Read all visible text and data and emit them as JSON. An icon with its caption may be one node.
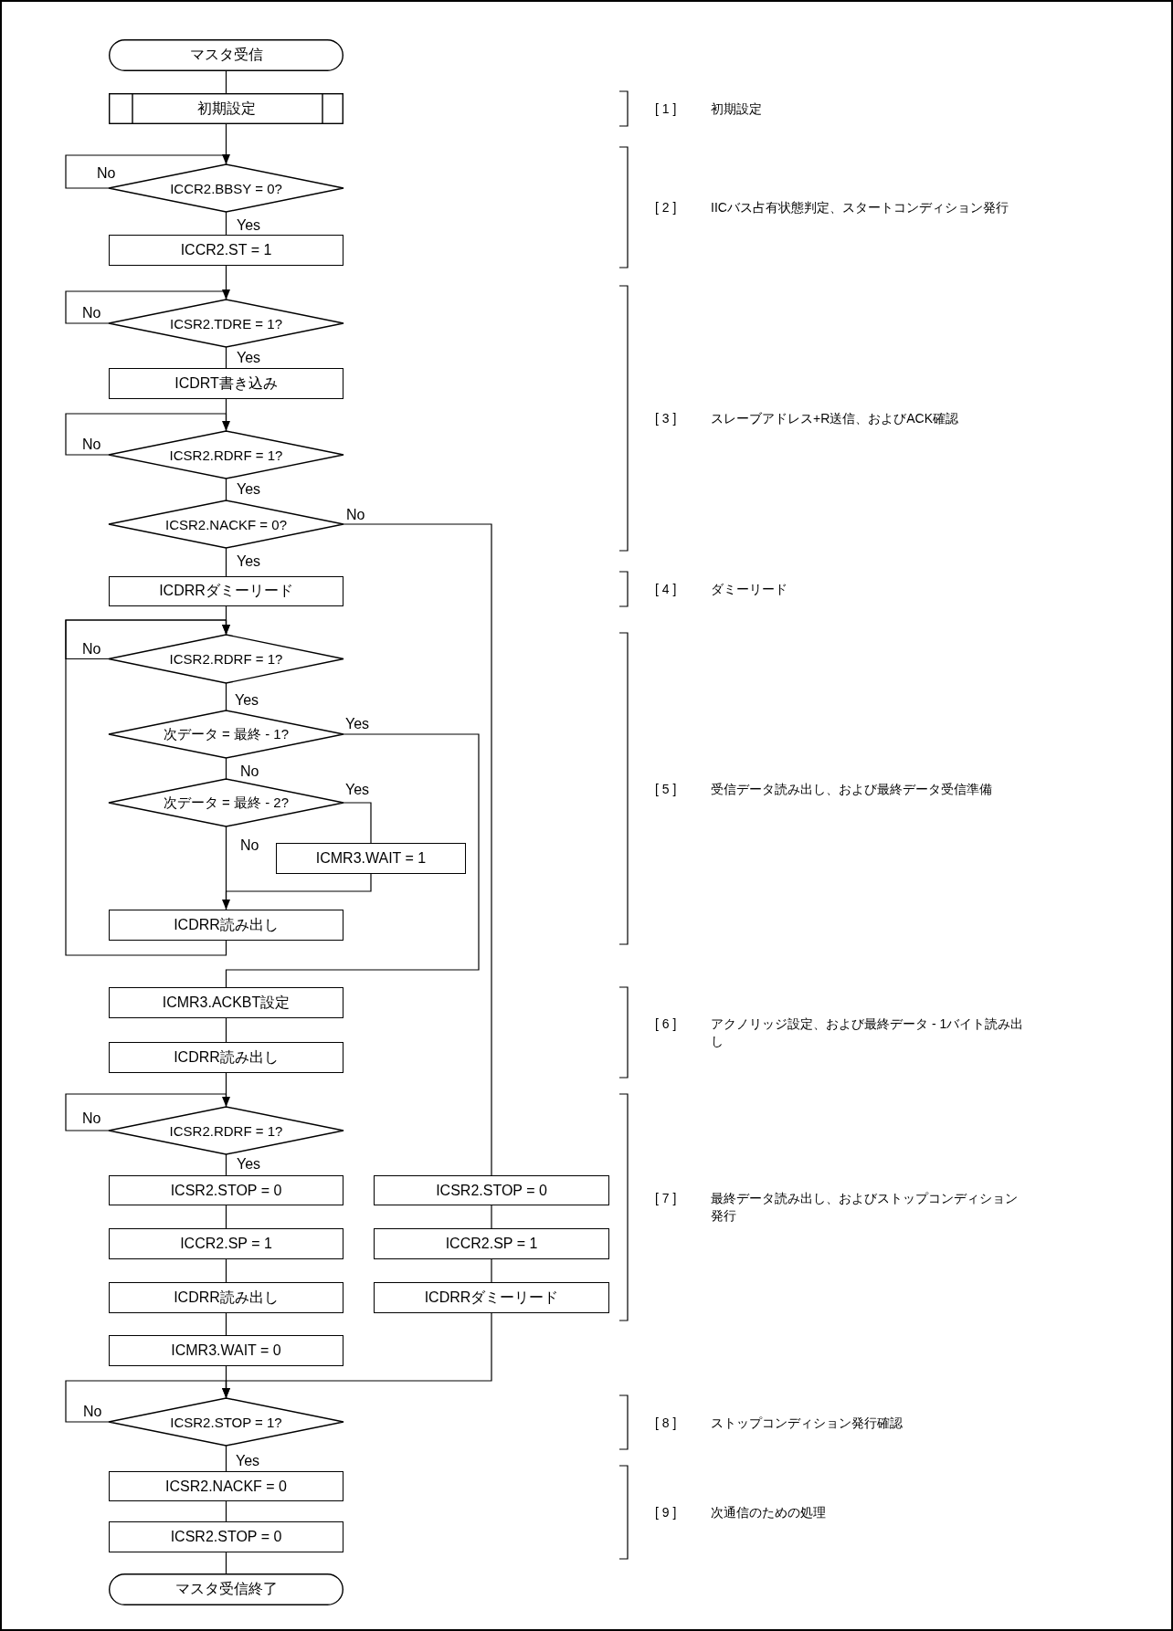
{
  "diagram": {
    "nodes": [
      {
        "text": [
          "マスタ受信"
        ]
      },
      {
        "text": [
          "初期設定"
        ]
      },
      {
        "text": [
          "ICCR2.BBSY = 0?"
        ]
      },
      {
        "text": [
          "ICCR2.ST = 1"
        ]
      },
      {
        "text": [
          "ICSR2.TDRE = 1?"
        ]
      },
      {
        "text": [
          "ICDRT書き込み"
        ]
      },
      {
        "text": [
          "ICSR2.RDRF = 1?"
        ]
      },
      {
        "text": [
          "ICSR2.NACKF = 0?"
        ]
      },
      {
        "text": [
          "ICDRRダミーリード"
        ]
      },
      {
        "text": [
          "ICSR2.RDRF = 1?"
        ]
      },
      {
        "text": [
          "次データ = 最終 - 1?"
        ]
      },
      {
        "text": [
          "次データ = 最終 - 2?"
        ]
      },
      {
        "text": [
          "ICMR3.WAIT = 1"
        ]
      },
      {
        "text": [
          "ICDRR読み出し"
        ]
      },
      {
        "text": [
          "ICMR3.ACKBT設定"
        ]
      },
      {
        "text": [
          "ICDRR読み出し"
        ]
      },
      {
        "text": [
          "ICSR2.RDRF = 1?"
        ]
      },
      {
        "text": [
          "ICSR2.STOP = 0"
        ]
      },
      {
        "text": [
          "ICSR2.STOP = 0"
        ]
      },
      {
        "text": [
          "ICCR2.SP = 1"
        ]
      },
      {
        "text": [
          "ICCR2.SP = 1"
        ]
      },
      {
        "text": [
          "ICDRR読み出し"
        ]
      },
      {
        "text": [
          "ICDRRダミーリード"
        ]
      },
      {
        "text": [
          "ICMR3.WAIT = 0"
        ]
      },
      {
        "text": [
          "ICSR2.STOP = 1?"
        ]
      },
      {
        "text": [
          "ICSR2.NACKF = 0"
        ]
      },
      {
        "text": [
          "ICSR2.STOP = 0"
        ]
      },
      {
        "text": [
          "マスタ受信終了"
        ]
      }
    ],
    "edges": [
      {
        "from": 0,
        "to": 1,
        "arrow": "none"
      },
      {
        "from": 1,
        "to": 2,
        "arrow": "none"
      },
      {
        "from": 2,
        "to": 2,
        "arrow": "to",
        "label": "No"
      },
      {
        "from": 2,
        "to": 3,
        "arrow": "none",
        "label": "Yes"
      },
      {
        "from": 3,
        "to": 4,
        "arrow": "none"
      },
      {
        "from": 4,
        "to": 4,
        "arrow": "to",
        "label": "No"
      },
      {
        "from": 4,
        "to": 5,
        "arrow": "none",
        "label": "Yes"
      },
      {
        "from": 5,
        "to": 6,
        "arrow": "none"
      },
      {
        "from": 6,
        "to": 6,
        "arrow": "to",
        "label": "No"
      },
      {
        "from": 6,
        "to": 7,
        "arrow": "none",
        "label": "Yes"
      },
      {
        "from": 7,
        "to": 8,
        "arrow": "none",
        "label": "Yes"
      },
      {
        "from": 7,
        "to": 18,
        "arrow": "none",
        "label": "No"
      },
      {
        "from": 8,
        "to": 9,
        "arrow": "none"
      },
      {
        "from": 9,
        "to": 9,
        "arrow": "to",
        "label": "No"
      },
      {
        "from": 13,
        "to": 9,
        "arrow": "to"
      },
      {
        "from": 9,
        "to": 10,
        "arrow": "none",
        "label": "Yes"
      },
      {
        "from": 10,
        "to": 14,
        "arrow": "none",
        "label": "Yes"
      },
      {
        "from": 10,
        "to": 11,
        "arrow": "none",
        "label": "No"
      },
      {
        "from": 11,
        "to": 12,
        "arrow": "none",
        "label": "Yes"
      },
      {
        "from": 11,
        "to": 13,
        "arrow": "none",
        "label": "No"
      },
      {
        "from": 12,
        "to": 13,
        "arrow": "to"
      },
      {
        "from": 14,
        "to": 15,
        "arrow": "none"
      },
      {
        "from": 15,
        "to": 16,
        "arrow": "none"
      },
      {
        "from": 16,
        "to": 16,
        "arrow": "to",
        "label": "No"
      },
      {
        "from": 16,
        "to": 17,
        "arrow": "none",
        "label": "Yes"
      },
      {
        "from": 17,
        "to": 19,
        "arrow": "none"
      },
      {
        "from": 19,
        "to": 21,
        "arrow": "none"
      },
      {
        "from": 21,
        "to": 23,
        "arrow": "none"
      },
      {
        "from": 23,
        "to": 24,
        "arrow": "none"
      },
      {
        "from": 18,
        "to": 20,
        "arrow": "none"
      },
      {
        "from": 20,
        "to": 22,
        "arrow": "none"
      },
      {
        "from": 22,
        "to": 24,
        "arrow": "to"
      },
      {
        "from": 24,
        "to": 24,
        "arrow": "to",
        "label": "No"
      },
      {
        "from": 24,
        "to": 25,
        "arrow": "none",
        "label": "Yes"
      },
      {
        "from": 25,
        "to": 26,
        "arrow": "none"
      },
      {
        "from": 26,
        "to": 27,
        "arrow": "none"
      }
    ],
    "labels": [
      "[ 1 ]",
      "初期設定",
      "[ 2 ]",
      "IICバス占有状態判定、スタートコンディション発行",
      "[ 3 ]",
      "スレーブアドレス+R送信、およびACK確認",
      "[ 4 ]",
      "ダミーリード",
      "[ 5 ]",
      "受信データ読み出し、および最終データ受信準備",
      "[ 6 ]",
      "アクノリッジ設定、および最終データ - 1バイト読み出し",
      "[ 7 ]",
      "最終データ読み出し、およびストップコンディション発行",
      "[ 8 ]",
      "ストップコンディション発行確認",
      "[ 9 ]",
      "次通信のための処理"
    ]
  }
}
